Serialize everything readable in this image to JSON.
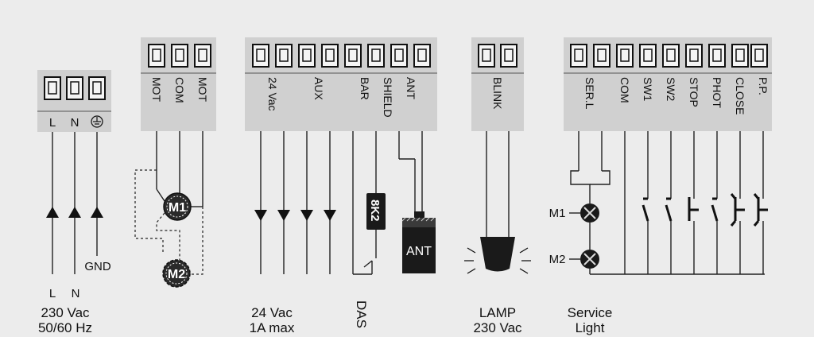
{
  "blocks": {
    "power": {
      "terminals": [
        "L",
        "N"
      ],
      "ground_symbol": "earth-icon"
    },
    "motor": {
      "terminals": [
        "MOT",
        "COM",
        "MOT"
      ],
      "m1": "M1",
      "m2": "M2"
    },
    "aux": {
      "terminals": [
        "24 Vac",
        "AUX",
        "BAR",
        "SHIELD",
        "ANT"
      ],
      "resistor": "8K2",
      "antenna": "ANT"
    },
    "lamp": {
      "terminals": [
        "BLINK"
      ]
    },
    "control": {
      "terminals": [
        "SER.L",
        "COM",
        "SW1",
        "SW2",
        "STOP",
        "PHOT",
        "CLOSE",
        "P.P."
      ],
      "lamp1": "M1",
      "lamp2": "M2"
    }
  },
  "bottom": {
    "l": "L",
    "n": "N",
    "gnd": "GND",
    "power_line1": "230 Vac",
    "power_line2": "50/60 Hz",
    "aux_line1": "24 Vac",
    "aux_line2": "1A max",
    "das": "DAS",
    "lamp_line1": "LAMP",
    "lamp_line2": "230 Vac",
    "service_line1": "Service",
    "service_line2": "Light"
  }
}
